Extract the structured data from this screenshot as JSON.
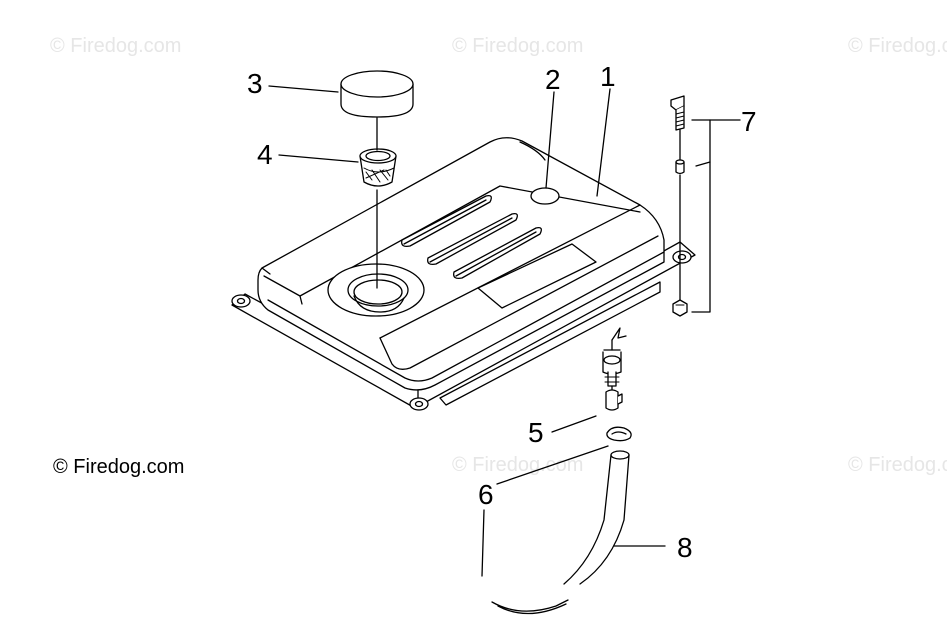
{
  "watermarks": {
    "faint": [
      "© Firedog.com",
      "© Firedog.com",
      "© Firedog.com",
      "© Firedog.com",
      "© Firedog.com"
    ],
    "main": "© Firedog.com",
    "faint_color": "#e6e6e6",
    "main_color": "#000000"
  },
  "callouts": [
    "1",
    "2",
    "3",
    "4",
    "5",
    "6",
    "7",
    "8"
  ],
  "line_color": "#000000"
}
